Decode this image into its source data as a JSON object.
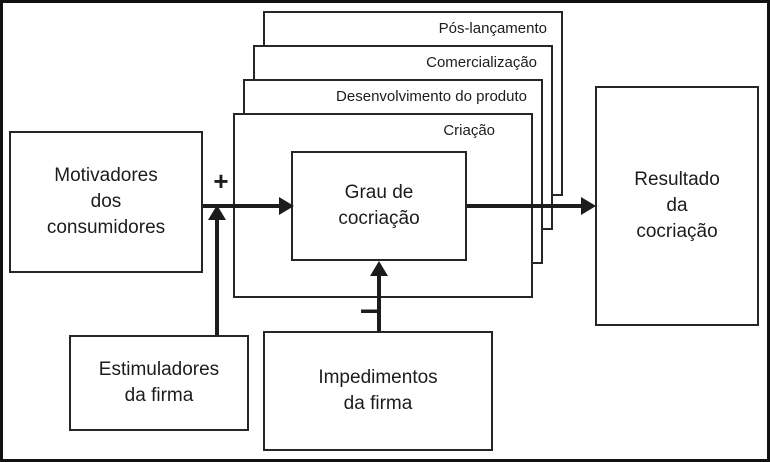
{
  "stages": [
    {
      "label": "Pós-lançamento"
    },
    {
      "label": "Comercialização"
    },
    {
      "label": "Desenvolvimento do produto"
    },
    {
      "label": "Criação"
    }
  ],
  "boxes": {
    "motivadores": {
      "line1": "Motivadores",
      "line2": "dos",
      "line3": "consumidores"
    },
    "grau": {
      "line1": "Grau de",
      "line2": "cocriação"
    },
    "resultado": {
      "line1": "Resultado",
      "line2": "da",
      "line3": "cocriação"
    },
    "estimuladores": {
      "line1": "Estimuladores",
      "line2": "da firma"
    },
    "impedimentos": {
      "line1": "Impedimentos",
      "line2": "da firma"
    }
  },
  "signs": {
    "plus": "+",
    "minus": "−"
  },
  "colors": {
    "line": "#1c1c1c",
    "border": "#262626",
    "background": "#ffffff",
    "frame": "#111111"
  }
}
